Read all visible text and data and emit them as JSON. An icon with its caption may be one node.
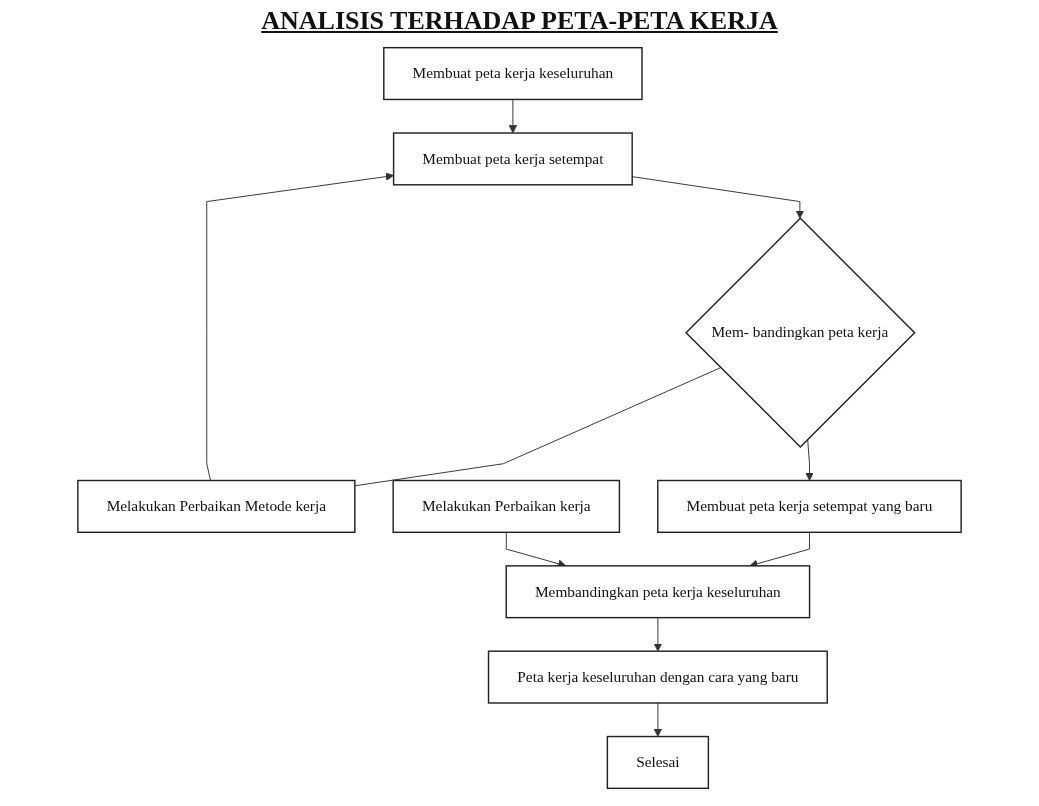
{
  "diagram": {
    "title": "ANALISIS TERHADAP PETA-PETA KERJA",
    "nodes": [
      {
        "text": [
          "Membuat peta kerja keseluruhan"
        ]
      },
      {
        "text": [
          "Membuat peta kerja setempat"
        ]
      },
      {
        "text": [
          "Mem- bandingkan peta kerja"
        ]
      },
      {
        "text": [
          "Melakukan Perbaikan Metode kerja"
        ]
      },
      {
        "text": [
          "Membuat peta kerja setempat yang baru"
        ]
      },
      {
        "text": [
          "Membandingkan peta kerja keseluruhan"
        ]
      },
      {
        "text": [
          "Melakukan Perbaikan kerja"
        ]
      },
      {
        "text": [
          "Peta kerja keseluruhan dengan cara yang baru"
        ]
      },
      {
        "text": [
          "Selesai"
        ]
      }
    ],
    "edges": [
      {
        "from": 0,
        "to": 1,
        "arrow": "to"
      },
      {
        "from": 1,
        "to": 2,
        "arrow": "to"
      },
      {
        "from": 2,
        "to": 3,
        "arrow": "none"
      },
      {
        "from": 3,
        "to": 1,
        "arrow": "to"
      },
      {
        "from": 2,
        "to": 4,
        "arrow": "to"
      },
      {
        "from": 4,
        "to": 5,
        "arrow": "to"
      },
      {
        "from": 6,
        "to": 5,
        "arrow": "to"
      },
      {
        "from": 5,
        "to": 7,
        "arrow": "to"
      },
      {
        "from": 7,
        "to": 8,
        "arrow": "to"
      }
    ]
  }
}
